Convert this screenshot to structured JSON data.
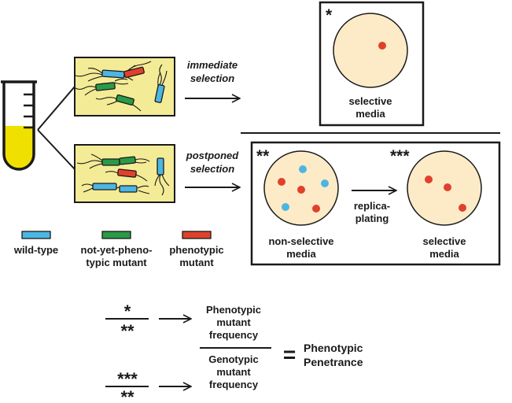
{
  "colors": {
    "wild_type": "#4cb6e3",
    "not_yet_phenotypic_mutant": "#2a9a48",
    "phenotypic_mutant": "#e0412c",
    "culture_panel": "#f4eb96",
    "plate": "#fdebc8",
    "tube_liquid": "#f0e000",
    "outline": "#1a1a1a"
  },
  "top_row": {
    "arrow_label_line1": "immediate",
    "arrow_label_line2": "selection",
    "plate_marker": "*",
    "plate_label_line1": "selective",
    "plate_label_line2": "media"
  },
  "bottom_row": {
    "arrow_label_line1": "postponed",
    "arrow_label_line2": "selection",
    "left_plate_marker": "**",
    "left_plate_label_line1": "non-selective",
    "left_plate_label_line2": "media",
    "replica_label_line1": "replica-",
    "replica_label_line2": "plating",
    "right_plate_marker": "***",
    "right_plate_label_line1": "selective",
    "right_plate_label_line2": "media"
  },
  "legend": {
    "wild_type_line1": "wild-type",
    "not_yet_line1": "not-yet-pheno-",
    "not_yet_line2": "typic mutant",
    "phenotypic_line1": "phenotypic",
    "phenotypic_line2": "mutant"
  },
  "formula": {
    "ratio1_numerator": "*",
    "ratio1_denominator": "**",
    "ratio2_numerator": "***",
    "ratio2_denominator": "**",
    "mutant_freq_line1": "Phenotypic",
    "mutant_freq_line2": "mutant",
    "mutant_freq_line3": "frequency",
    "genotypic_freq_line1": "Genotypic",
    "genotypic_freq_line2": "mutant",
    "genotypic_freq_line3": "frequency",
    "equals": "=",
    "result_line1": "Phenotypic",
    "result_line2": "Penetrance"
  }
}
